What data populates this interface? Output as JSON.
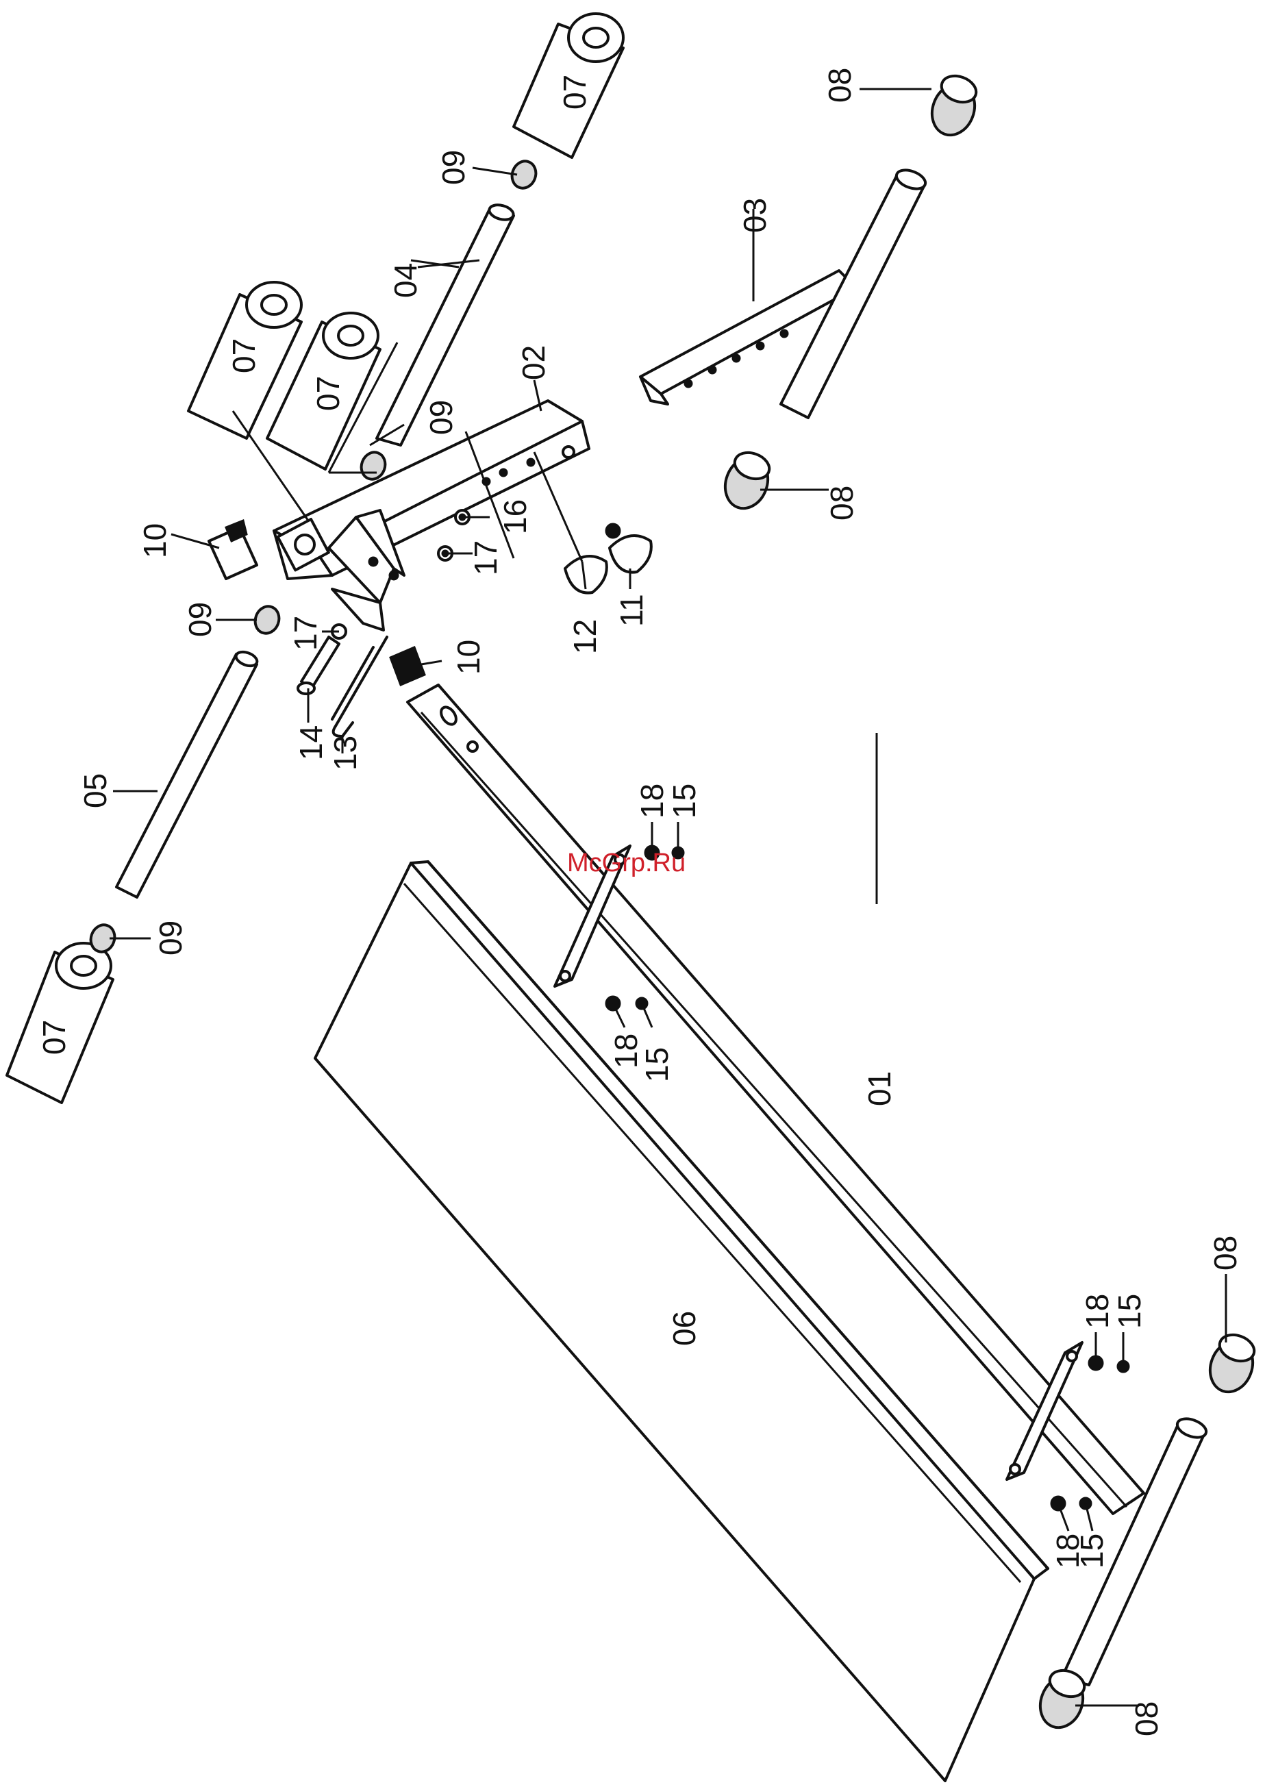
{
  "watermark": "McGrp.Ru",
  "labels": {
    "p01": "01",
    "p02": "02",
    "p03": "03",
    "p04": "04",
    "p05": "05",
    "p06": "06",
    "p07": "07",
    "p08": "08",
    "p09": "09",
    "p10": "10",
    "p11": "11",
    "p12": "12",
    "p13": "13",
    "p14": "14",
    "p15": "15",
    "p16": "16",
    "p17": "17",
    "p18": "18"
  }
}
